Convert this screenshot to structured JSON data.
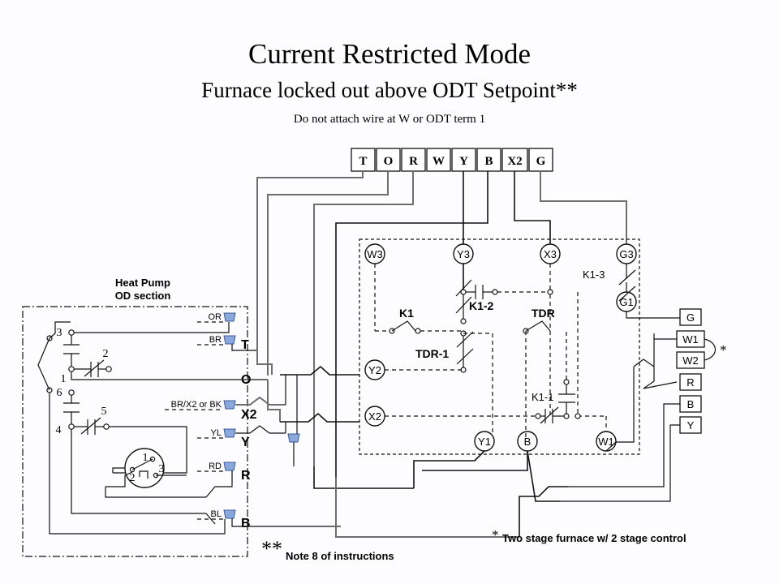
{
  "page": {
    "background": "#fdfdff",
    "wire_color": "#6e6e6e",
    "line_color": "#111111",
    "connector_color": "#8aa8dc"
  },
  "titles": {
    "line1": "Current Restricted Mode",
    "line2": "Furnace locked out above ODT Setpoint**",
    "line3": "Do not attach wire at W or ODT term 1"
  },
  "thermostat_strip": {
    "name": "thermostat-terminal-strip",
    "terminals": [
      "T",
      "O",
      "R",
      "W",
      "Y",
      "B",
      "X2",
      "G"
    ]
  },
  "heat_pump": {
    "title_line1": "Heat Pump",
    "title_line2": "OD section",
    "contact_numbers": [
      "3",
      "2",
      "1",
      "6",
      "5",
      "4"
    ],
    "rotary_terminals": [
      "1",
      "2",
      "3"
    ],
    "wire_labels": [
      "OR",
      "BR",
      "BR/X2 or BK",
      "YL",
      "RD",
      "BL"
    ],
    "terminals": [
      "T",
      "O",
      "X2",
      "Y",
      "R",
      "B"
    ]
  },
  "control_board": {
    "name": "control-board",
    "nodes_top": [
      "W3",
      "Y3",
      "X3",
      "G3"
    ],
    "node_g1": "G1",
    "nodes_left": [
      "Y2",
      "X2"
    ],
    "nodes_bottom": [
      "Y1",
      "B",
      "W1"
    ],
    "relays": {
      "k1": "K1",
      "k1_1": "K1-1",
      "k1_2": "K1-2",
      "k1_3": "K1-3",
      "tdr": "TDR",
      "tdr_1": "TDR-1"
    }
  },
  "furnace_strip": {
    "name": "furnace-terminal-strip",
    "terminals": [
      "G",
      "W1",
      "W2",
      "R",
      "B",
      "Y"
    ],
    "jumper_mark": "*"
  },
  "footnotes": {
    "double_star_mark": "**",
    "double_star_text": "Note 8 of instructions",
    "single_star_mark": "*",
    "single_star_text": "Two stage furnace w/ 2 stage control"
  }
}
